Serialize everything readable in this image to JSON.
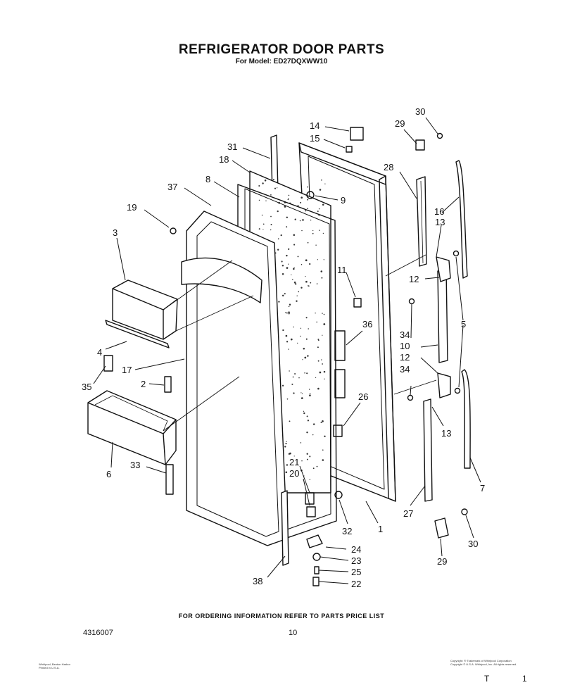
{
  "header": {
    "title": "REFRIGERATOR DOOR PARTS",
    "subtitle": "For Model: ED27DQXWW10"
  },
  "footer": {
    "ordering_note": "FOR ORDERING INFORMATION REFER TO PARTS PRICE LIST",
    "doc_number": "4316007",
    "page_number": "10",
    "fine_print_left_1": "Whirlpool, Benton Harbor",
    "fine_print_left_2": "Printed in U.S.A.",
    "fine_print_right_1": "Copyright: ® Trademark of Whirlpool Corporation",
    "fine_print_right_2": "Copyright © U.S.A. Whirlpool, Inc. All rights reserved.",
    "corner_mark_1": "T",
    "corner_mark_2": "1"
  },
  "diagram": {
    "callouts": [
      {
        "id": "c14",
        "text": "14"
      },
      {
        "id": "c15",
        "text": "15"
      },
      {
        "id": "c31",
        "text": "31"
      },
      {
        "id": "c18",
        "text": "18"
      },
      {
        "id": "c37",
        "text": "37"
      },
      {
        "id": "c8",
        "text": "8"
      },
      {
        "id": "c9",
        "text": "9"
      },
      {
        "id": "c19",
        "text": "19"
      },
      {
        "id": "c3",
        "text": "3"
      },
      {
        "id": "c11",
        "text": "11"
      },
      {
        "id": "c36",
        "text": "36"
      },
      {
        "id": "c4",
        "text": "4"
      },
      {
        "id": "c17",
        "text": "17"
      },
      {
        "id": "c2",
        "text": "2"
      },
      {
        "id": "c35",
        "text": "35"
      },
      {
        "id": "c26",
        "text": "26"
      },
      {
        "id": "c6",
        "text": "6"
      },
      {
        "id": "c33",
        "text": "33"
      },
      {
        "id": "c21",
        "text": "21"
      },
      {
        "id": "c20",
        "text": "20"
      },
      {
        "id": "c32",
        "text": "32"
      },
      {
        "id": "c1",
        "text": "1"
      },
      {
        "id": "c24",
        "text": "24"
      },
      {
        "id": "c23",
        "text": "23"
      },
      {
        "id": "c25",
        "text": "25"
      },
      {
        "id": "c22",
        "text": "22"
      },
      {
        "id": "c38",
        "text": "38"
      },
      {
        "id": "c30a",
        "text": "30"
      },
      {
        "id": "c29a",
        "text": "29"
      },
      {
        "id": "c28",
        "text": "28"
      },
      {
        "id": "c16",
        "text": "16"
      },
      {
        "id": "c13a",
        "text": "13"
      },
      {
        "id": "c12a",
        "text": "12"
      },
      {
        "id": "c5",
        "text": "5"
      },
      {
        "id": "c34a",
        "text": "34"
      },
      {
        "id": "c10",
        "text": "10"
      },
      {
        "id": "c12b",
        "text": "12"
      },
      {
        "id": "c34b",
        "text": "34"
      },
      {
        "id": "c13b",
        "text": "13"
      },
      {
        "id": "c7",
        "text": "7"
      },
      {
        "id": "c27",
        "text": "27"
      },
      {
        "id": "c30b",
        "text": "30"
      },
      {
        "id": "c29b",
        "text": "29"
      }
    ]
  }
}
